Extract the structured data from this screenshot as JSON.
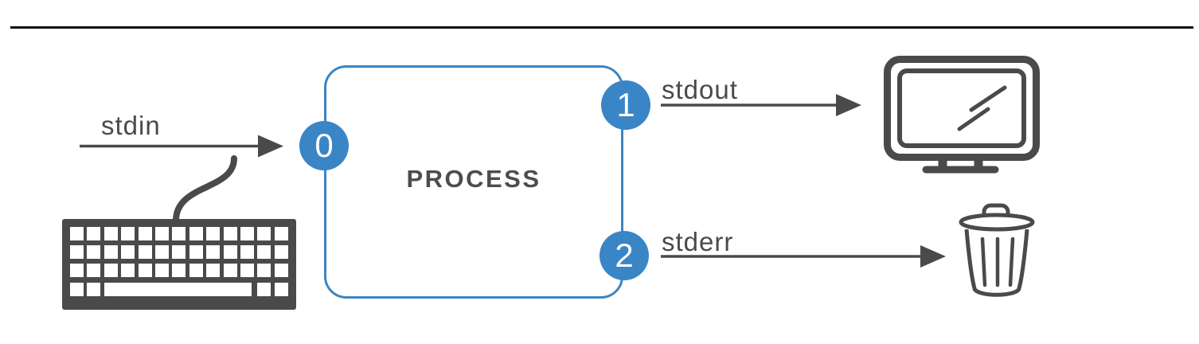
{
  "diagram": {
    "process": {
      "label": "PROCESS"
    },
    "streams": [
      {
        "fd": "0",
        "label": "stdin",
        "endpoint_icon": "keyboard-icon"
      },
      {
        "fd": "1",
        "label": "stdout",
        "endpoint_icon": "monitor-icon"
      },
      {
        "fd": "2",
        "label": "stderr",
        "endpoint_icon": "trash-icon"
      }
    ],
    "colors": {
      "accent_blue": "#3a85c5",
      "icon_gray": "#4a4a4a",
      "divider_black": "#0d0d0d"
    }
  }
}
